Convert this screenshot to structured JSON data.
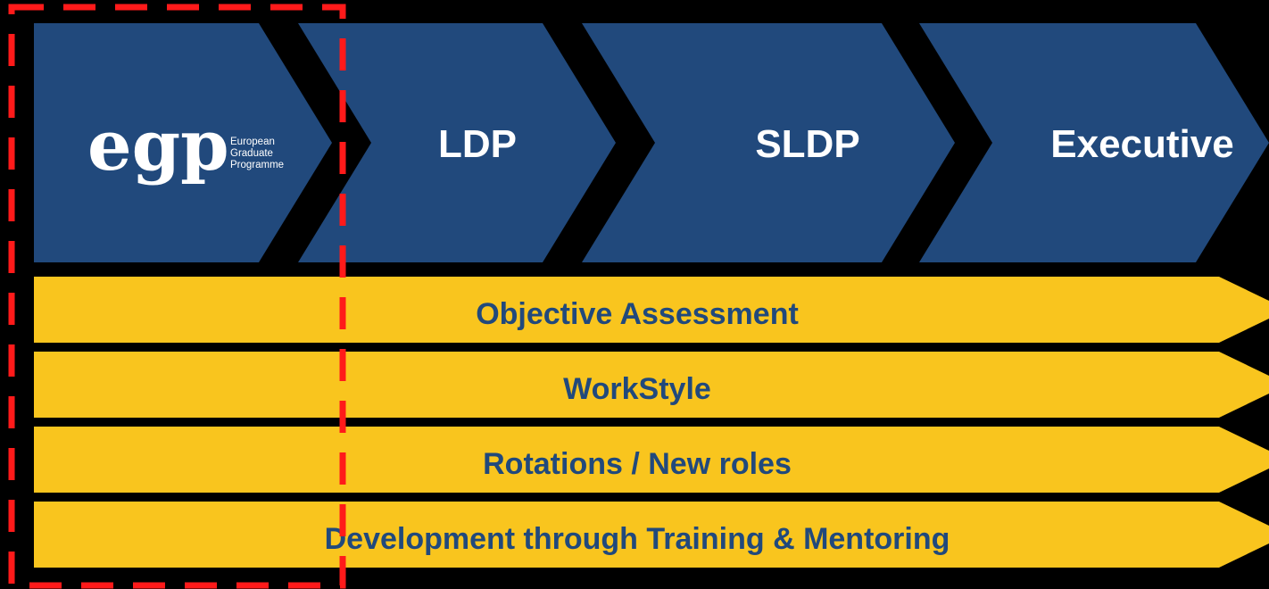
{
  "colors": {
    "background": "#000000",
    "chevron_fill": "#21497c",
    "bar_fill": "#f9c51e",
    "bar_text": "#21497c",
    "highlight_border": "#ff1a1a",
    "white_text": "#ffffff"
  },
  "logo": {
    "mark": "egp",
    "line1": "European",
    "line2": "Graduate",
    "line3": "Programme"
  },
  "stages": [
    {
      "label": ""
    },
    {
      "label": "LDP"
    },
    {
      "label": "SLDP"
    },
    {
      "label": "Executive"
    }
  ],
  "bars": [
    {
      "label": "Objective Assessment"
    },
    {
      "label": "WorkStyle"
    },
    {
      "label": "Rotations / New roles"
    },
    {
      "label": "Development through Training & Mentoring"
    }
  ],
  "highlight": {
    "style": "dashed",
    "target": "stage-1"
  }
}
